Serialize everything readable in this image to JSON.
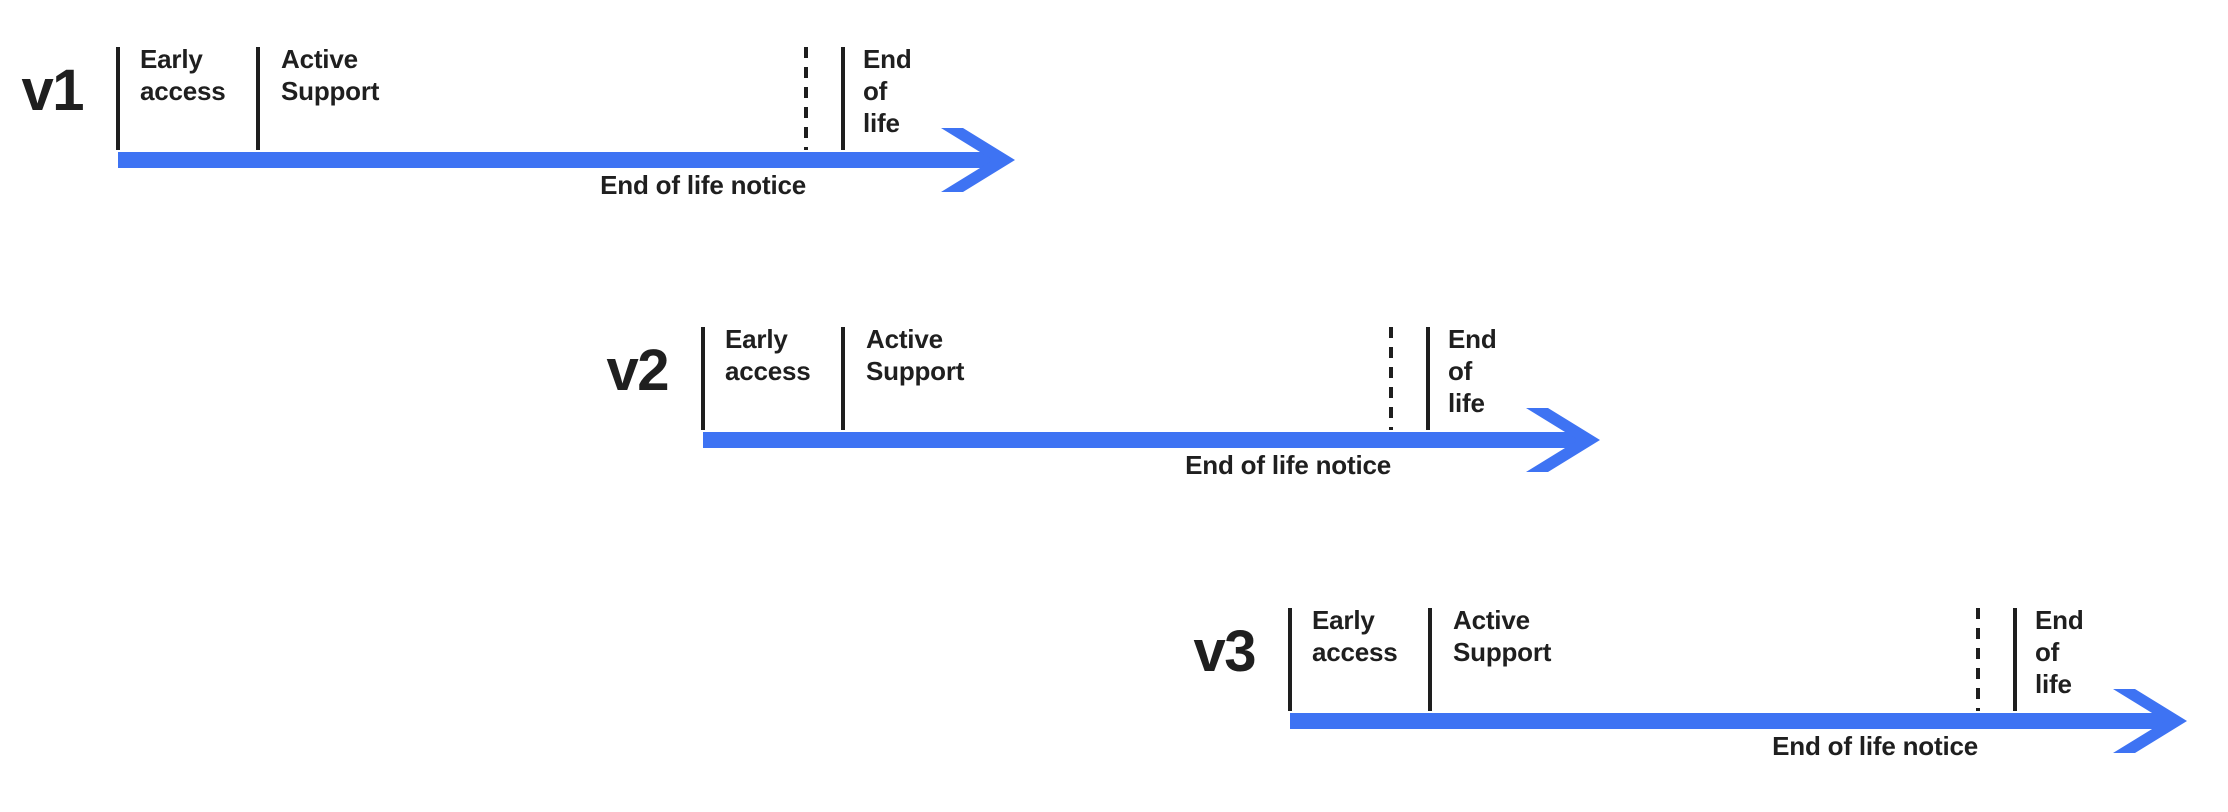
{
  "colors": {
    "background": "#ffffff",
    "arrow": "#3E73F3",
    "tick": "#1E1E1E",
    "text": "#1F1F1F"
  },
  "timelines": [
    {
      "version": "v1",
      "labels": {
        "early_access": "Early\naccess",
        "active_support": "Active Support",
        "end_of_life": "End of life",
        "end_of_life_notice": "End of life notice"
      }
    },
    {
      "version": "v2",
      "labels": {
        "early_access": "Early\naccess",
        "active_support": "Active Support",
        "end_of_life": "End of life",
        "end_of_life_notice": "End of life notice"
      }
    },
    {
      "version": "v3",
      "labels": {
        "early_access": "Early\naccess",
        "active_support": "Active Support",
        "end_of_life": "End of life",
        "end_of_life_notice": "End of life notice"
      }
    }
  ]
}
